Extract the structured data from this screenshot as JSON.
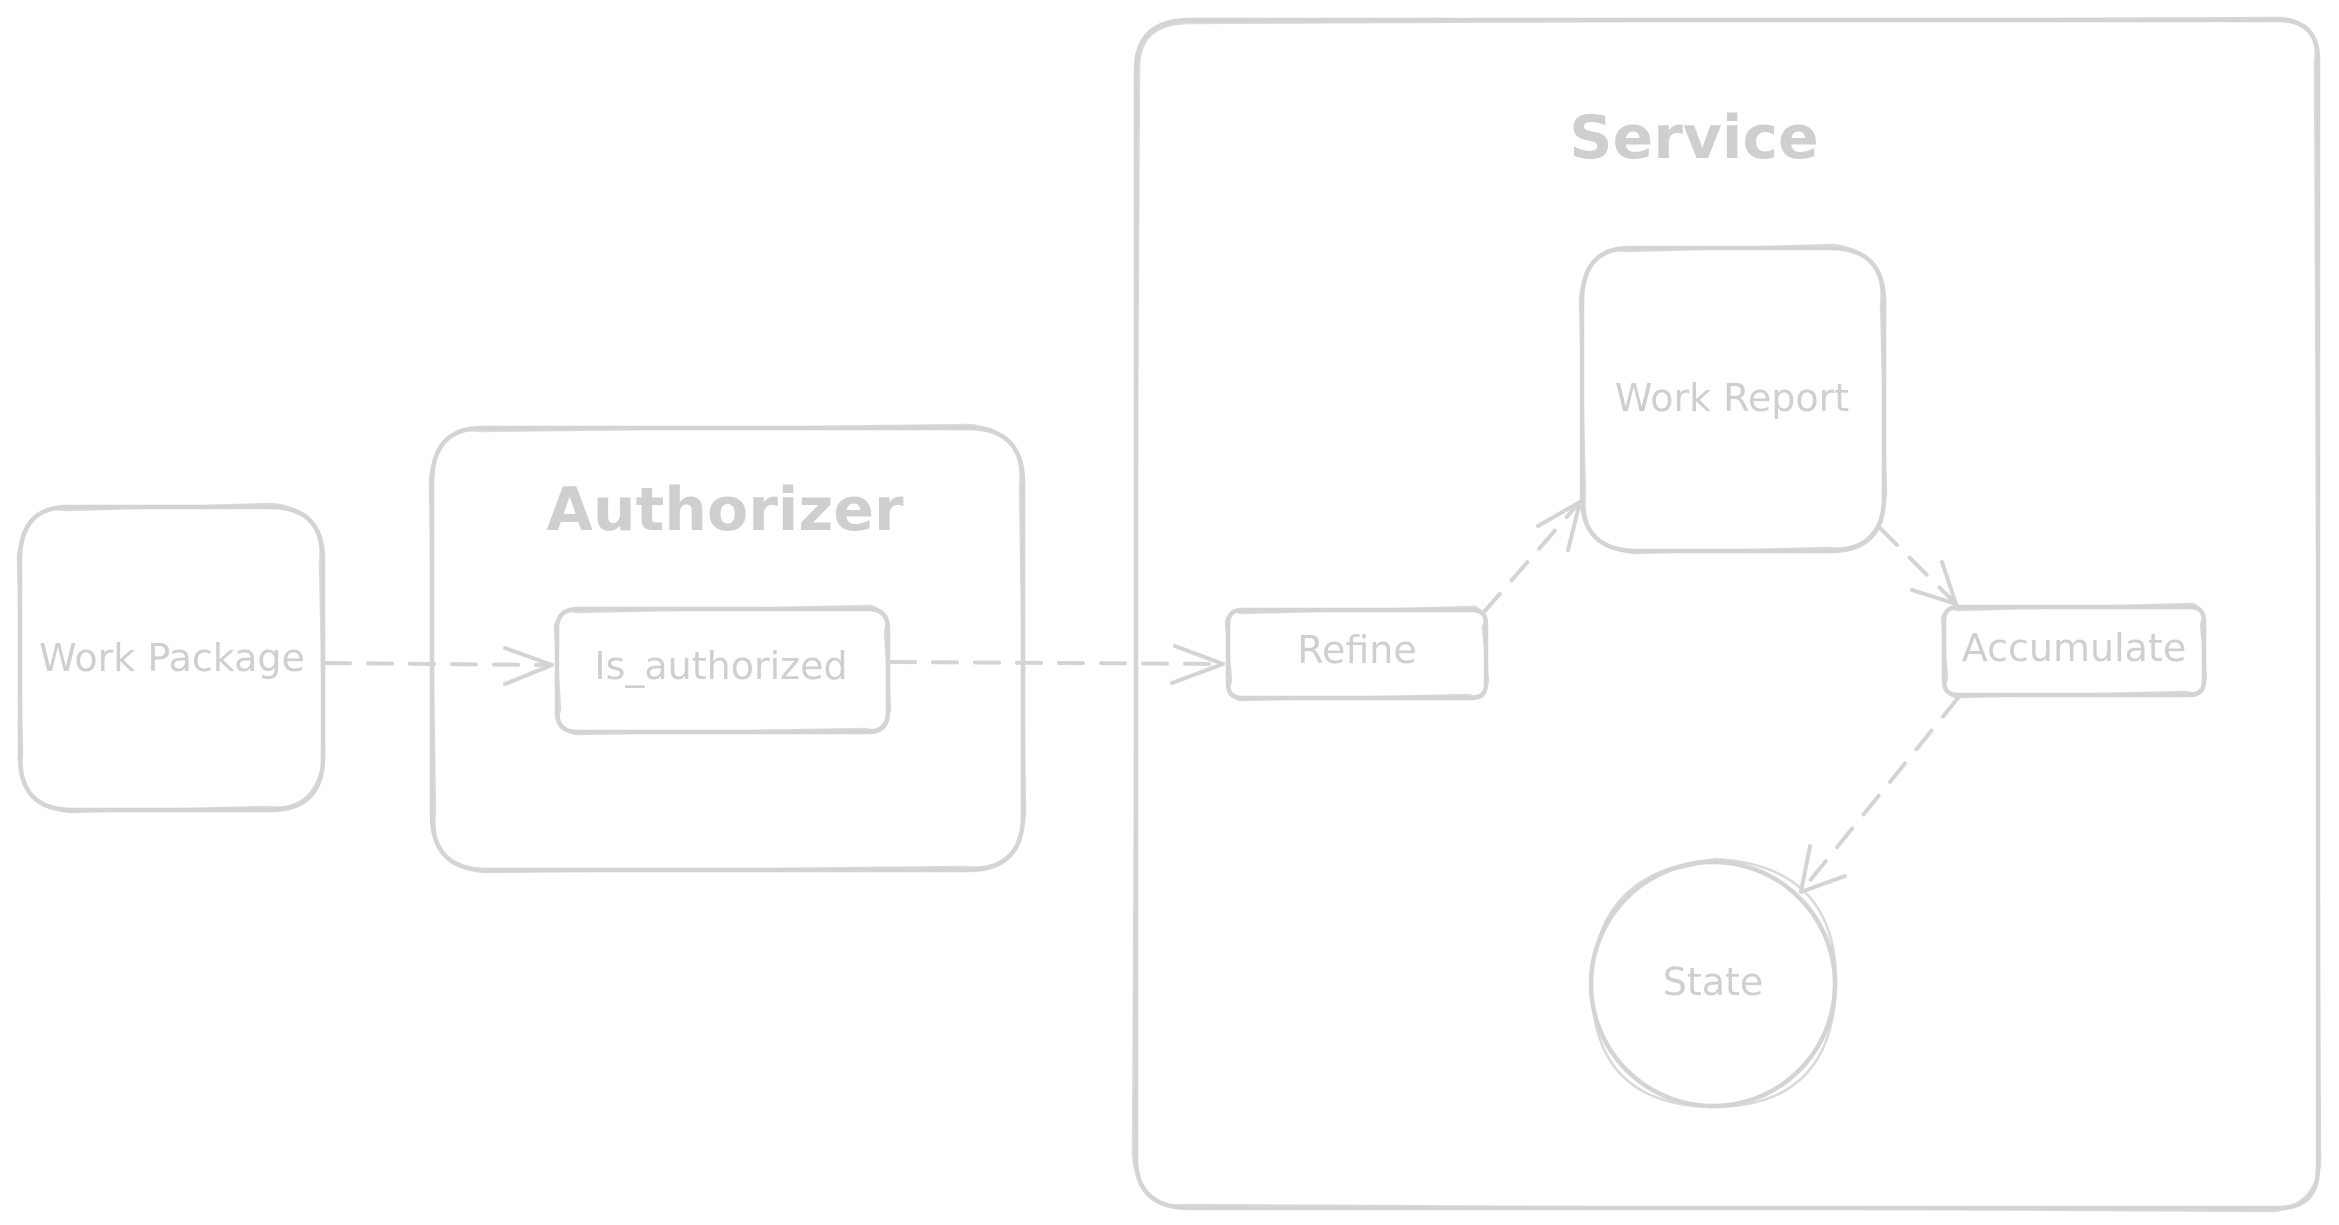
{
  "diagram": {
    "nodes": {
      "work_package": "Work Package",
      "authorizer": "Authorizer",
      "is_authorized": "Is_authorized",
      "service": "Service",
      "refine": "Refine",
      "work_report": "Work Report",
      "accumulate": "Accumulate",
      "state": "State"
    },
    "edges": [
      {
        "from": "Work Package",
        "to": "Is_authorized",
        "style": "dashed"
      },
      {
        "from": "Is_authorized",
        "to": "Refine",
        "style": "dashed"
      },
      {
        "from": "Refine",
        "to": "Work Report",
        "style": "dashed"
      },
      {
        "from": "Work Report",
        "to": "Accumulate",
        "style": "dashed"
      },
      {
        "from": "Accumulate",
        "to": "State",
        "style": "dashed"
      }
    ],
    "colors": {
      "stroke": "#d4d4d4",
      "text": "#cfcfcf",
      "background": "#ffffff"
    }
  }
}
